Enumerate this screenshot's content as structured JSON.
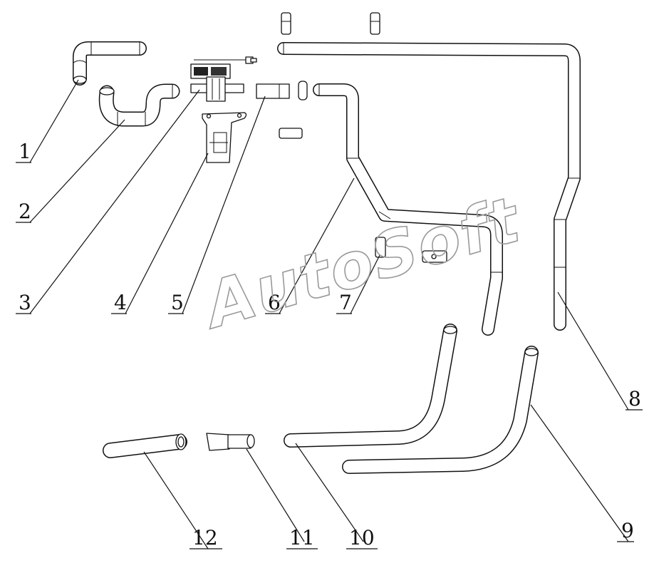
{
  "watermark": "AutoSoft",
  "callouts": [
    {
      "id": "1",
      "text": "1"
    },
    {
      "id": "2",
      "text": "2"
    },
    {
      "id": "3",
      "text": "3"
    },
    {
      "id": "4",
      "text": "4"
    },
    {
      "id": "5",
      "text": "5"
    },
    {
      "id": "6",
      "text": "6"
    },
    {
      "id": "7",
      "text": "7"
    },
    {
      "id": "8",
      "text": "8"
    },
    {
      "id": "9",
      "text": "9"
    },
    {
      "id": "10",
      "text": "10"
    },
    {
      "id": "11",
      "text": "11"
    },
    {
      "id": "12",
      "text": "12"
    }
  ],
  "colors": {
    "line": "#111111",
    "background": "#ffffff",
    "watermark": "#9a9a9a"
  }
}
